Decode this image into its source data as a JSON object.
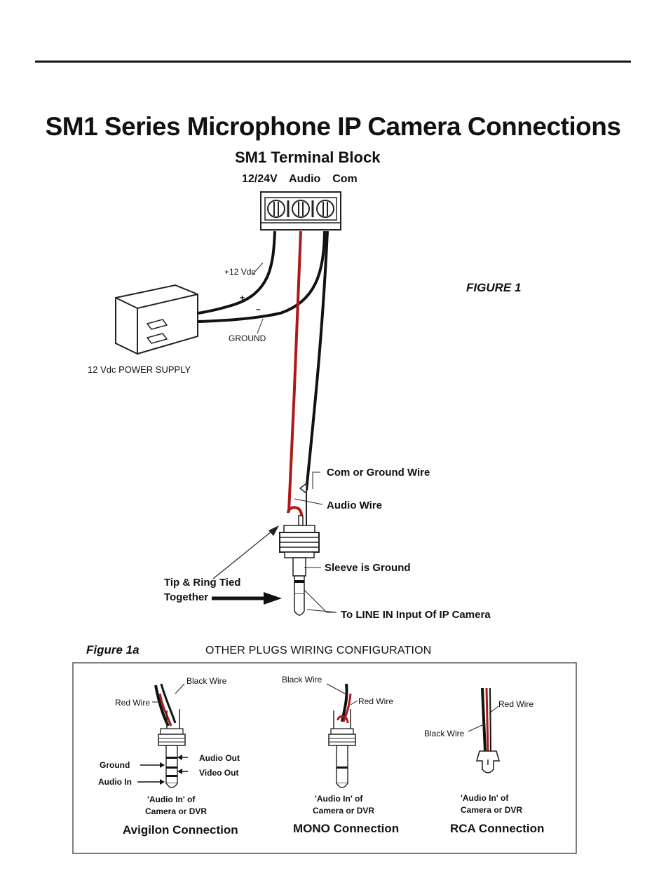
{
  "title": "SM1 Series Microphone IP Camera Connections",
  "terminal_block": {
    "title": "SM1 Terminal Block",
    "terminals": "12/24V  Audio  Com"
  },
  "figure1": {
    "label": "FIGURE 1",
    "plus_12vdc": "+12 Vdc",
    "plus": "+",
    "minus": "–",
    "ground": "GROUND",
    "power_supply": "12 Vdc POWER SUPPLY",
    "com_wire": "Com or Ground Wire",
    "audio_wire": "Audio Wire",
    "sleeve": "Sleeve is Ground",
    "tip_ring_1": "Tip & Ring Tied",
    "tip_ring_2": "Together",
    "line_in": "To LINE IN Input Of IP Camera"
  },
  "figure1a": {
    "label": "Figure 1a",
    "heading": "OTHER PLUGS WIRING CONFIGURATION",
    "avigilon": {
      "black_wire": "Black Wire",
      "red_wire": "Red Wire",
      "audio_out": "Audio Out",
      "video_out": "Video Out",
      "ground": "Ground",
      "audio_in": "Audio In",
      "input_1": "'Audio In' of",
      "input_2": "Camera or DVR",
      "name": "Avigilon Connection"
    },
    "mono": {
      "black_wire": "Black Wire",
      "red_wire": "Red Wire",
      "input_1": "'Audio In' of",
      "input_2": "Camera or DVR",
      "name": "MONO Connection"
    },
    "rca": {
      "red_wire": "Red Wire",
      "black_wire": "Black Wire",
      "input_1": "'Audio In' of",
      "input_2": "Camera or DVR",
      "name": "RCA Connection"
    }
  },
  "colors": {
    "red_wire": "#b01818",
    "black_wire": "#111111",
    "line": "#222222"
  }
}
